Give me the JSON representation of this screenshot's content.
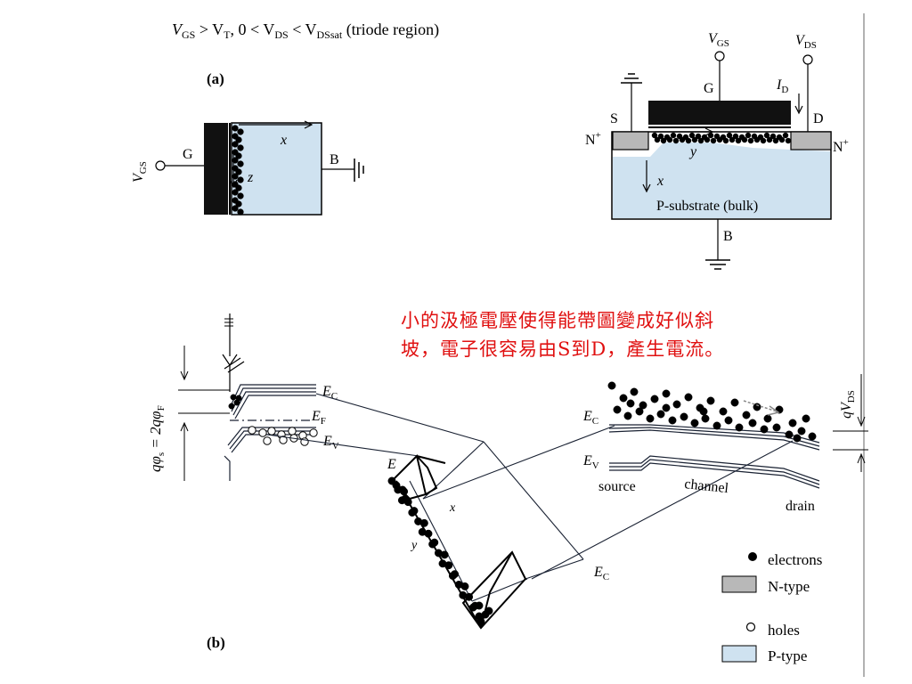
{
  "header": {
    "condition_a": "V",
    "condition_a_sub": "GS",
    "condition_b": " > V",
    "condition_b_sub": "T",
    "condition_c": ", 0 < V",
    "condition_c_sub": "DS",
    "condition_d": " < V",
    "condition_d_sub": "DSsat",
    "condition_e": " (triode region)"
  },
  "panel_a": {
    "label": "(a)",
    "gate_label": "G",
    "vgs_label": "V",
    "vgs_sub": "GS",
    "x_axis": "x",
    "z_axis": "z",
    "bulk_label": "B"
  },
  "mosfet": {
    "vgs_label": "V",
    "vgs_sub": "GS",
    "vds_label": "V",
    "vds_sub": "DS",
    "gate_label": "G",
    "id_label": "I",
    "id_sub": "D",
    "source_label": "S",
    "drain_label": "D",
    "nplus_left": "N",
    "nplus_right": "N",
    "plus": "+",
    "y_axis": "y",
    "x_axis": "x",
    "substrate_label": "P-substrate (bulk)",
    "bulk_label": "B"
  },
  "annotation": {
    "line1": "小的汲極電壓使得能帶圖變成好似斜",
    "line2": "坡，電子很容易由S到D，產生電流。"
  },
  "panel_b": {
    "label": "(b)",
    "q_phi_eq": "qφ",
    "q_phi_sub": "s",
    "q_phi_rhs": " = 2qφ",
    "q_phi_rhs_sub": "F",
    "ec_left": "E",
    "ec_sub": "C",
    "ef_label": "E",
    "ef_sub": "F",
    "ev_left": "E",
    "ev_sub": "V",
    "e_field": "E",
    "x_axis": "x",
    "y_axis": "y",
    "ec_bottom": "E",
    "ec_right": "E",
    "ev_right": "E",
    "qvds": "qV",
    "qvds_sub": "DS",
    "source": "source",
    "channel": "channel",
    "drain": "drain"
  },
  "legend": {
    "electrons": "electrons",
    "ntype": "N-type",
    "holes": "holes",
    "ptype": "P-type"
  },
  "colors": {
    "p_type": "#cfe2f0",
    "n_type": "#b8b8b8",
    "note_red": "#e01010",
    "line": "#1a2233"
  }
}
